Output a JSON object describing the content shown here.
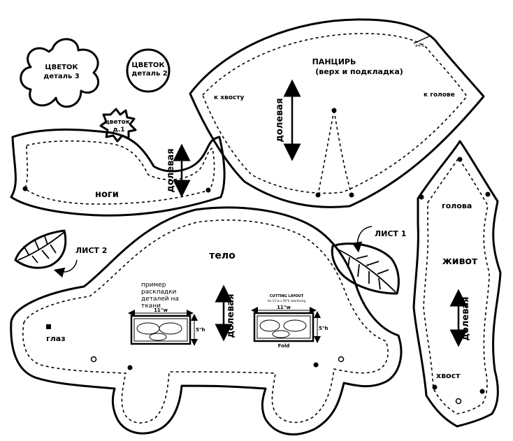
{
  "pieces": {
    "flower3": {
      "label_line1": "ЦВЕТОК",
      "label_line2": "деталь 3"
    },
    "flower2": {
      "label_line1": "ЦВЕТОК",
      "label_line2": "деталь 2"
    },
    "flower1": {
      "label_line1": "цветок",
      "label_line2": "д.1"
    },
    "shell": {
      "title_line1": "ПАНЦИРЬ",
      "title_line2": "(верх и подкладка)",
      "to_tail": "к хвосту",
      "to_head": "к голове",
      "grain": "долевая",
      "corner_mark": "a4-1"
    },
    "legs": {
      "title": "ноги",
      "grain": "долевая"
    },
    "body": {
      "title": "тело",
      "grain": "долевая",
      "eye": "глаз",
      "layout_caption": [
        "пример",
        "раскладки",
        "деталей на",
        "ткани"
      ]
    },
    "belly": {
      "title": "живот",
      "head": "голова",
      "tail": "хвост",
      "grain": "долевая"
    },
    "leaf1": {
      "label": "ЛИСТ 1"
    },
    "leaf2": {
      "label": "ЛИСТ 2"
    },
    "cutting_layout_1": {
      "width": "11\"w",
      "height": "5\"h",
      "fold": "",
      "header": ""
    },
    "cutting_layout_2": {
      "width": "11\"w",
      "height": "5\"h",
      "fold": "Fold",
      "header": "CUTTING LAYOUT",
      "subheader": "for 11\"w x 59\"h interfacing"
    }
  },
  "colors": {
    "line": "#000000",
    "paper": "#ffffff"
  },
  "icons": [
    "grain-arrow-icon",
    "curved-arrow-icon",
    "eye-mark-icon"
  ]
}
